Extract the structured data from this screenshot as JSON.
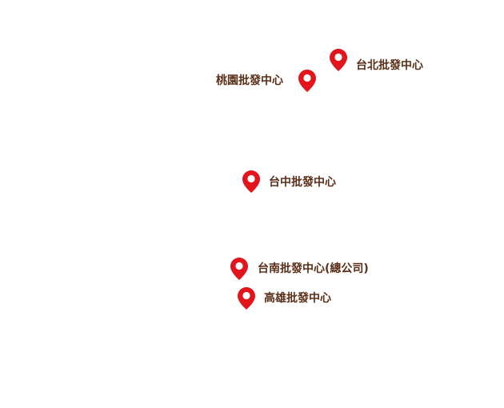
{
  "map": {
    "pin_color": "#e1151b",
    "label_color": "#5a2e17",
    "locations": [
      {
        "label": "台北批發中心",
        "icon": "map-pin-icon"
      },
      {
        "label": "桃園批發中心",
        "icon": "map-pin-icon"
      },
      {
        "label": "台中批發中心",
        "icon": "map-pin-icon"
      },
      {
        "label": "台南批發中心(總公司)",
        "icon": "map-pin-icon"
      },
      {
        "label": "高雄批發中心",
        "icon": "map-pin-icon"
      }
    ]
  }
}
